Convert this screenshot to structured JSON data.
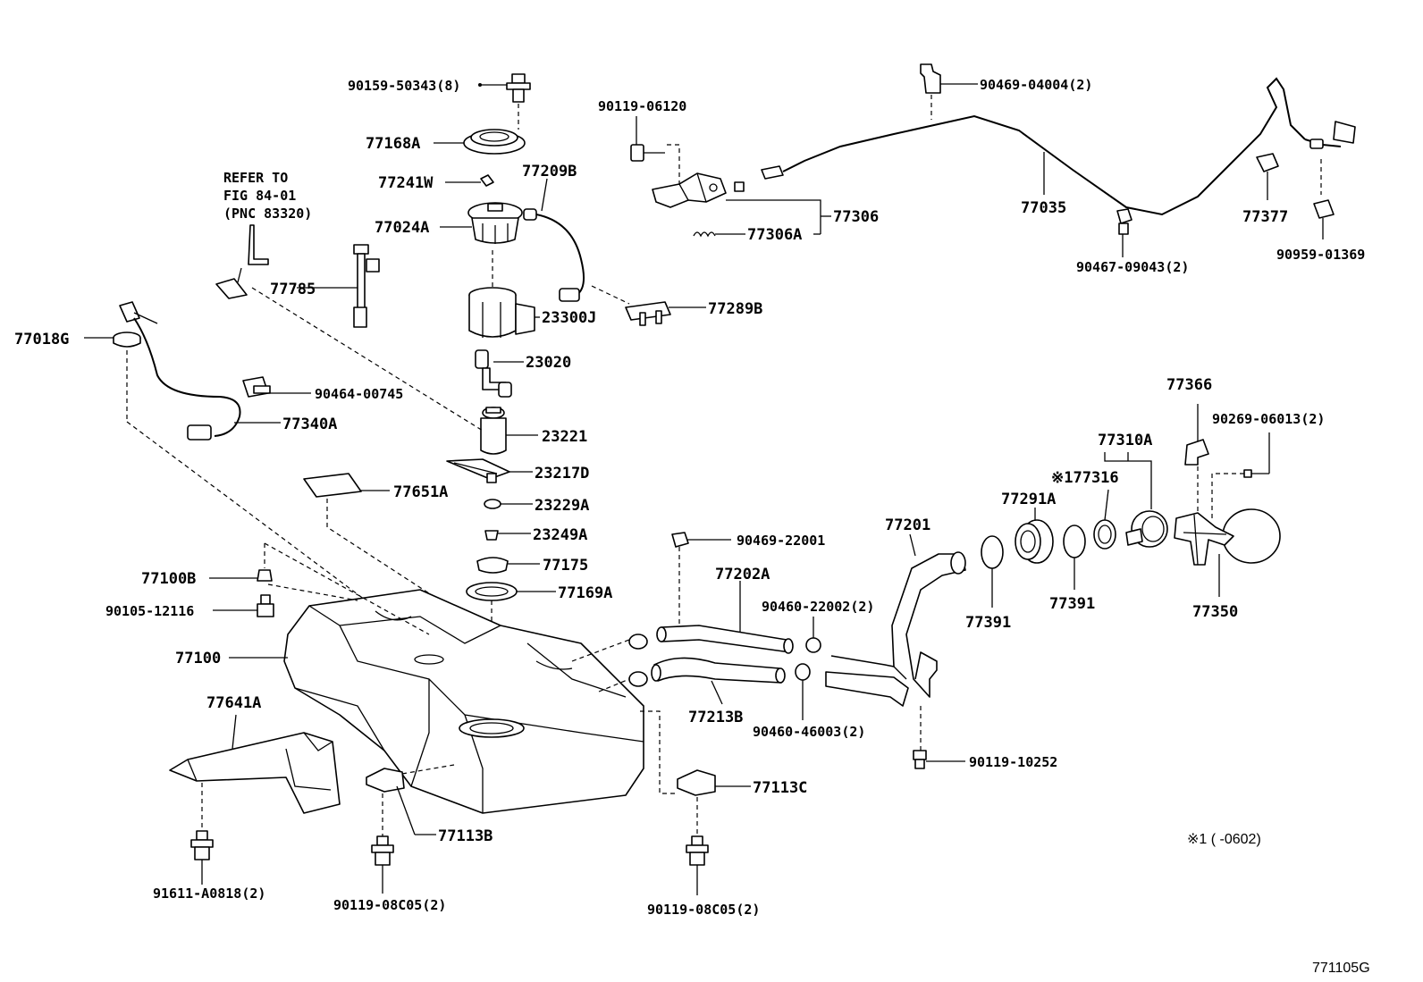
{
  "diagram": {
    "refer_note": [
      "REFER TO",
      "FIG 84-01",
      "(PNC 83320)"
    ],
    "footnote": "※1 (      -0602)",
    "figure_code": "771105G",
    "labels": {
      "p90159_50343": "90159-50343(8)",
      "p77168A": "77168A",
      "p77241W": "77241W",
      "p77209B": "77209B",
      "p77024A": "77024A",
      "p77785": "77785",
      "p23300J": "23300J",
      "p77289B": "77289B",
      "p23020": "23020",
      "p77018G": "77018G",
      "p90464_00745": "90464-00745",
      "p77340A": "77340A",
      "p23221": "23221",
      "p23217D": "23217D",
      "p77651A": "77651A",
      "p23229A": "23229A",
      "p23249A": "23249A",
      "p77175": "77175",
      "p77169A": "77169A",
      "p77100B": "77100B",
      "p90105_12116": "90105-12116",
      "p77100": "77100",
      "p77641A": "77641A",
      "p77113B": "77113B",
      "p77113C": "77113C",
      "p91611_A0818": "91611-A0818(2)",
      "p90119_08C05_a": "90119-08C05(2)",
      "p90119_08C05_b": "90119-08C05(2)",
      "p90119_06120": "90119-06120",
      "p77306": "77306",
      "p77306A": "77306A",
      "p90469_04004": "90469-04004(2)",
      "p77035": "77035",
      "p77377": "77377",
      "p90467_09043": "90467-09043(2)",
      "p90959_01369": "90959-01369",
      "p77366": "77366",
      "p90269_06013": "90269-06013(2)",
      "p77310A": "77310A",
      "p77316": "※177316",
      "p77291A": "77291A",
      "p77201": "77201",
      "p77391_a": "77391",
      "p77391_b": "77391",
      "p77350": "77350",
      "p90469_22001": "90469-22001",
      "p77202A": "77202A",
      "p90460_22002": "90460-22002(2)",
      "p77213B": "77213B",
      "p90460_46003": "90460-46003(2)",
      "p90119_10252": "90119-10252"
    }
  }
}
